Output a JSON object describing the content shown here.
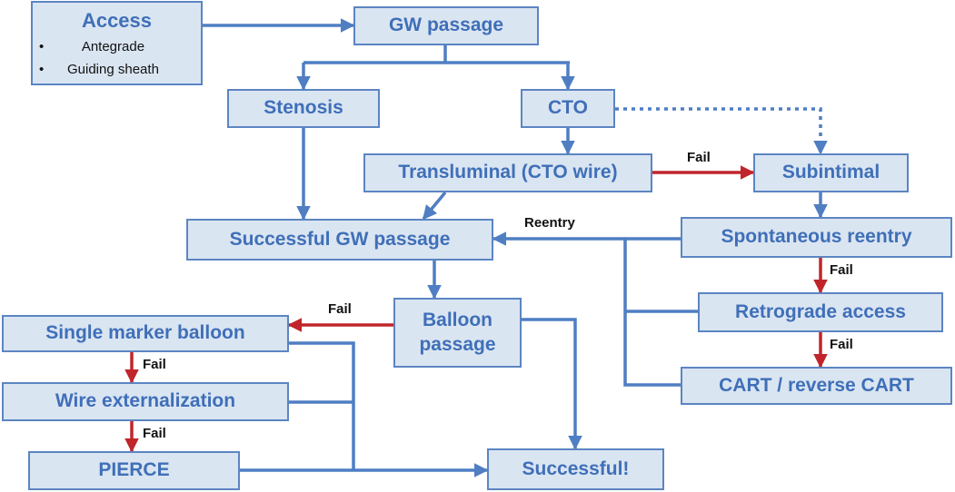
{
  "colors": {
    "box_fill": "#dae5f2",
    "box_border": "#5c85c2",
    "box_text": "#3f6fb8",
    "flow_arrow": "#4f7ec3",
    "fail_arrow": "#c0252b"
  },
  "nodes": {
    "access": {
      "title": "Access",
      "items": [
        "Antegrade",
        "Guiding sheath"
      ]
    },
    "gw_passage": "GW passage",
    "stenosis": "Stenosis",
    "cto": "CTO",
    "transluminal": "Transluminal (CTO wire)",
    "subintimal": "Subintimal",
    "successful_gw": "Successful GW passage",
    "spontaneous_reentry": "Spontaneous reentry",
    "balloon_passage": [
      "Balloon",
      "passage"
    ],
    "single_marker": "Single marker balloon",
    "retrograde_access": "Retrograde access",
    "wire_externalization": "Wire externalization",
    "cart": "CART / reverse CART",
    "pierce": "PIERCE",
    "successful": "Successful!"
  },
  "edge_labels": {
    "fail_transluminal": "Fail",
    "reentry": "Reentry",
    "fail_spontaneous": "Fail",
    "fail_balloon": "Fail",
    "fail_retrograde": "Fail",
    "fail_single_marker": "Fail",
    "fail_wire_ext": "Fail"
  }
}
